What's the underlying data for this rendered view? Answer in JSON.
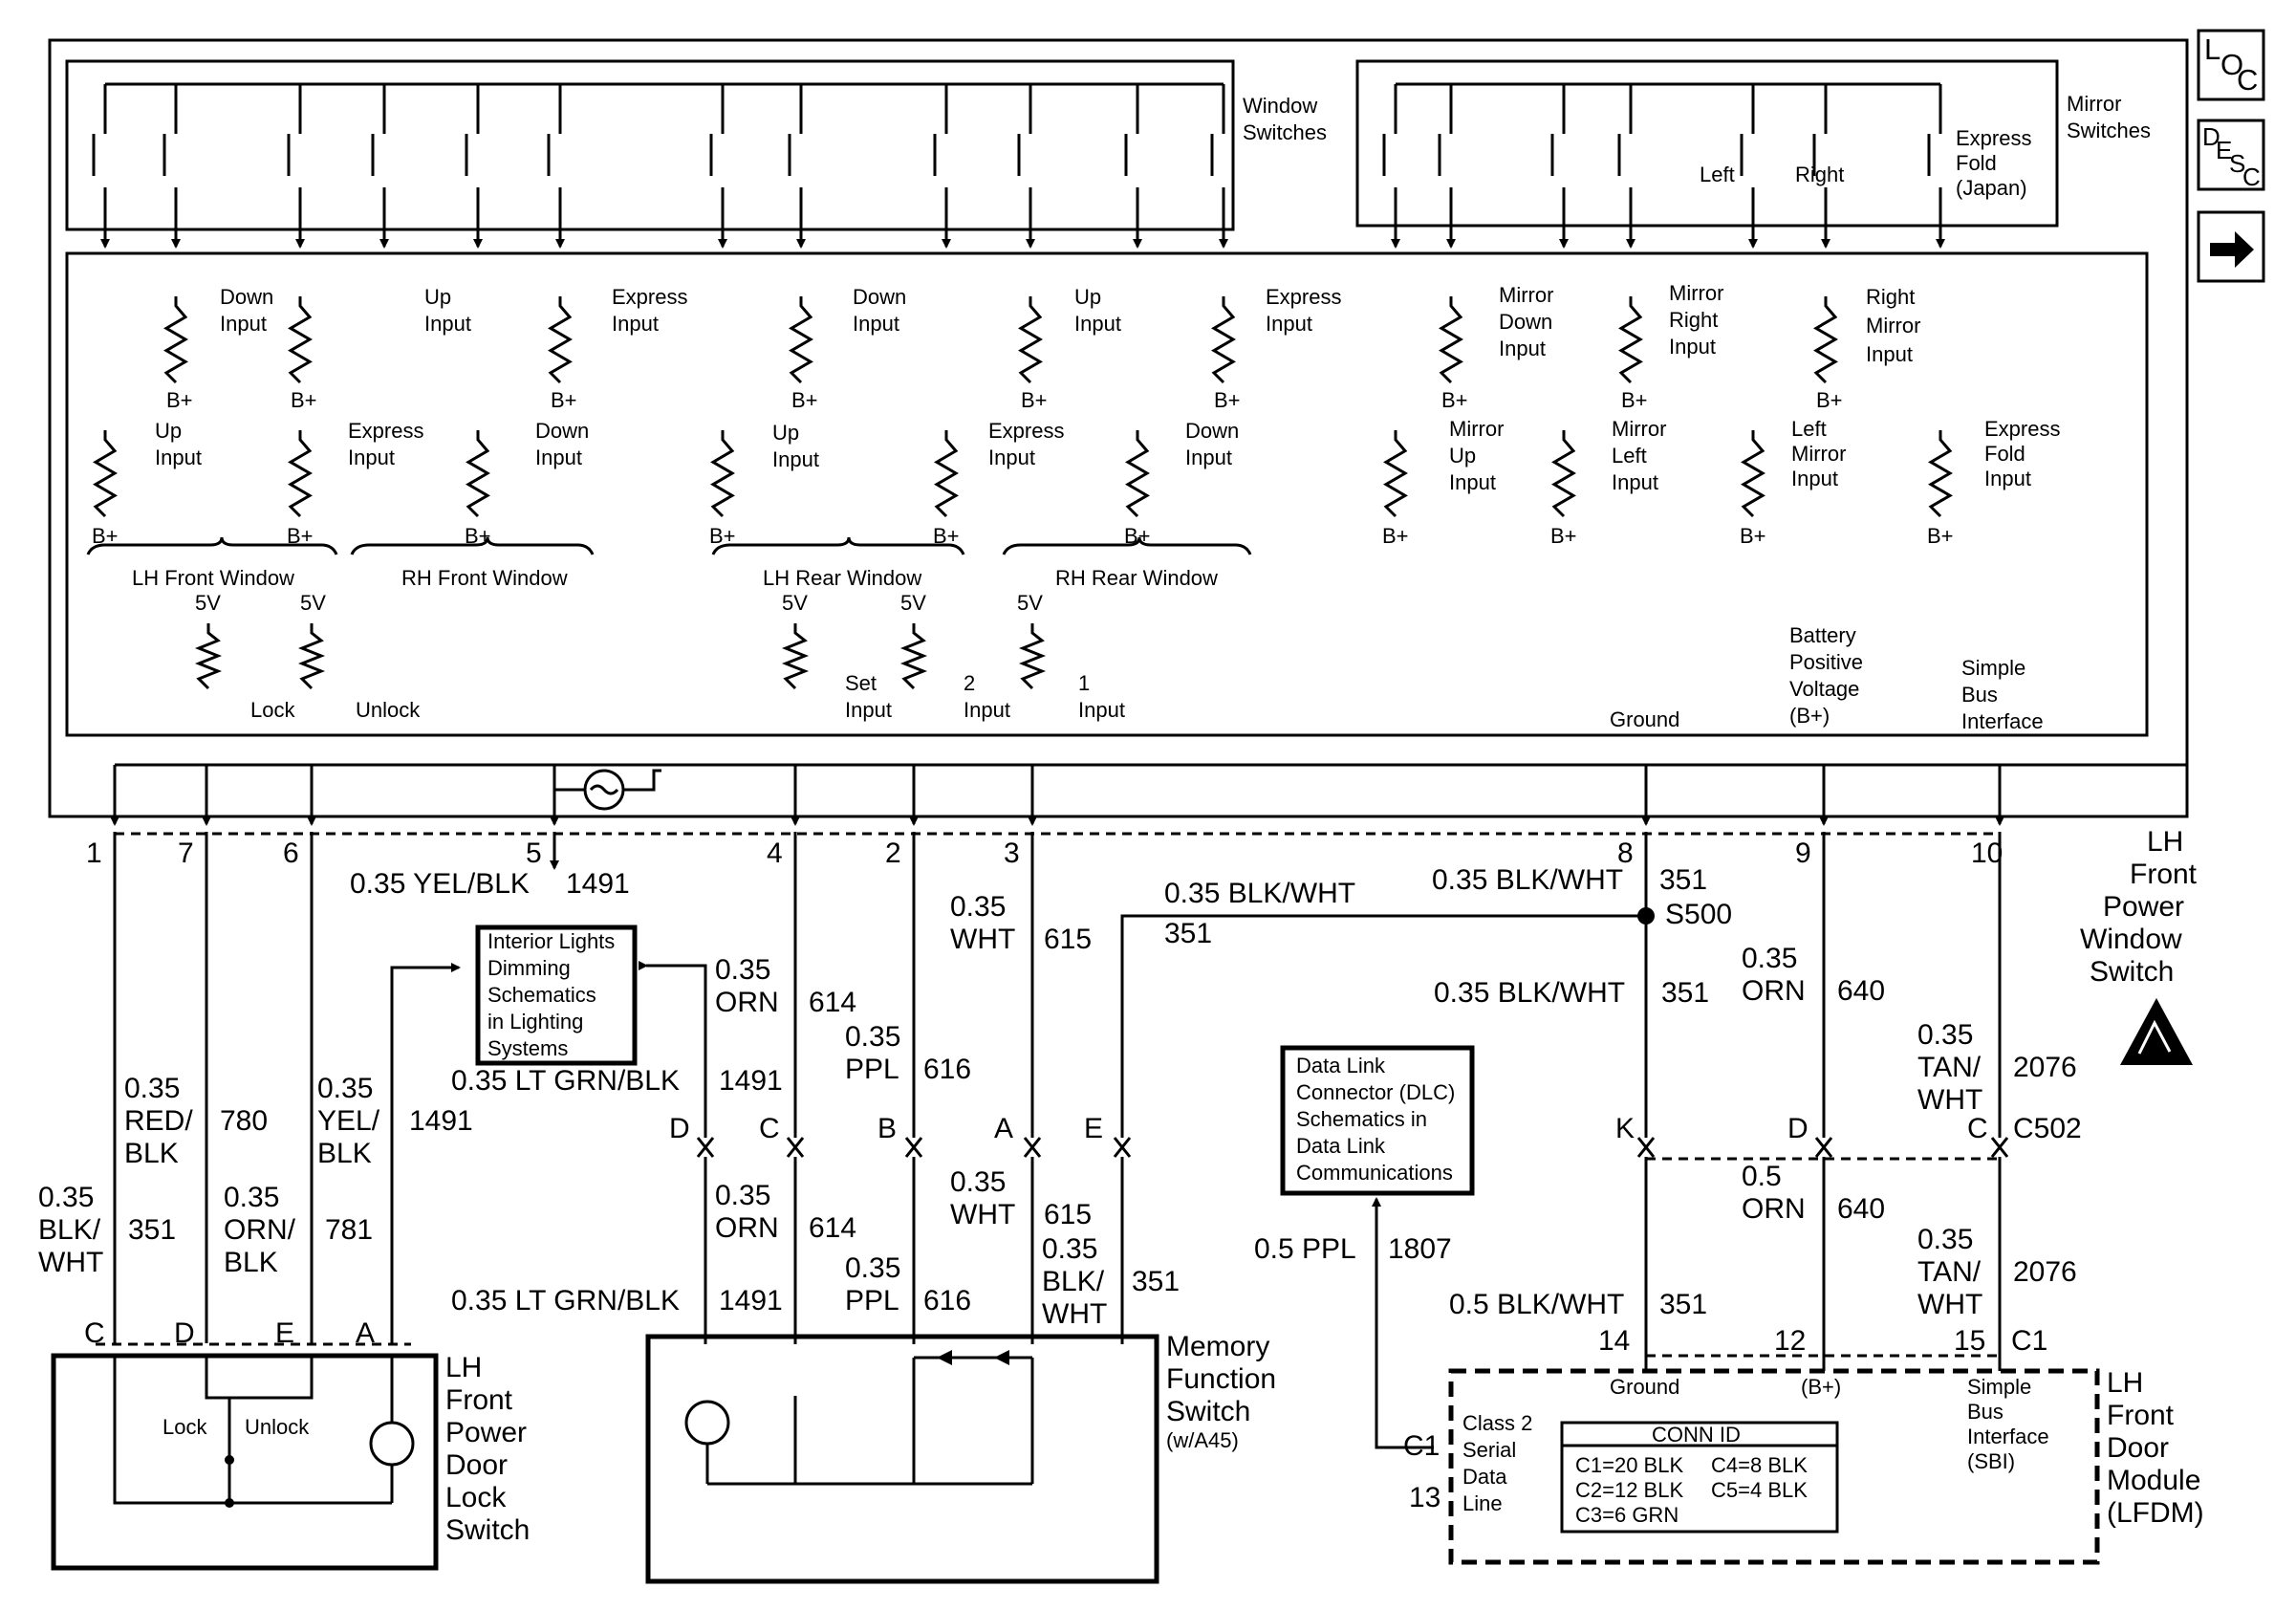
{
  "nav": {
    "loc_l": "L",
    "loc_o": "O",
    "loc_c": "C",
    "desc_d": "D",
    "desc_e": "E",
    "desc_s": "S",
    "desc_c": "C",
    "arrow": "arrow-right-icon"
  },
  "lfpws": {
    "title_lines": [
      "LH",
      "Front",
      "Power",
      "Window",
      "Switch"
    ],
    "window_switches": [
      "Window",
      "Switches"
    ],
    "mirror_switches": [
      "Mirror",
      "Switches"
    ],
    "mirror_left": "Left",
    "mirror_right": "Right",
    "express_fold": [
      "Express",
      "Fold",
      "(Japan)"
    ],
    "groups": [
      "LH Front Window",
      "RH Front Window",
      "LH Rear Window",
      "RH Rear Window"
    ],
    "lock": "Lock",
    "unlock": "Unlock",
    "set_input": [
      "Set",
      "Input"
    ],
    "input2": [
      "2",
      "Input"
    ],
    "input1": [
      "1",
      "Input"
    ],
    "five_v": "5V",
    "b_plus": "B+",
    "ground": "Ground",
    "battery": [
      "Battery",
      "Positive",
      "Voltage",
      "(B+)"
    ],
    "simple_bus": [
      "Simple",
      "Bus",
      "Interface"
    ]
  },
  "inputs": {
    "lhf_down": [
      "Down",
      "Input"
    ],
    "lhf_up": [
      "Up",
      "Input"
    ],
    "rhf_up": [
      "Up",
      "Input"
    ],
    "rhf_express_r": [
      "Express",
      "Input"
    ],
    "lhf_express": [
      "Express",
      "Input"
    ],
    "rhf_down": [
      "Down",
      "Input"
    ],
    "lhr_down": [
      "Down",
      "Input"
    ],
    "lhr_up": [
      "Up",
      "Input"
    ],
    "rhr_up": [
      "Up",
      "Input"
    ],
    "rhr_express_r": [
      "Express",
      "Input"
    ],
    "lhr_express": [
      "Express",
      "Input"
    ],
    "rhr_down": [
      "Down",
      "Input"
    ],
    "mirror_down": [
      "Mirror",
      "Down",
      "Input"
    ],
    "mirror_right": [
      "Mirror",
      "Right",
      "Input"
    ],
    "right_mirror": [
      "Right",
      "Mirror",
      "Input"
    ],
    "mirror_up": [
      "Mirror",
      "Up",
      "Input"
    ],
    "mirror_left": [
      "Mirror",
      "Left",
      "Input"
    ],
    "left_mirror": [
      "Left",
      "Mirror",
      "Input"
    ],
    "express_fold": [
      "Express",
      "Fold",
      "Input"
    ]
  },
  "pins": [
    "1",
    "7",
    "6",
    "5",
    "4",
    "2",
    "3",
    "8",
    "9",
    "10"
  ],
  "wires": {
    "w5": "0.35 YEL/BLK",
    "c5": "1491",
    "w_blkwht_top": "0.35 BLK/WHT",
    "c_351": "351",
    "splice": "S500",
    "w_blkwht_mid": "0.35 BLK/WHT",
    "w_orn_top": [
      "0.35",
      "ORN"
    ],
    "c614": "614",
    "w_ppl_top": [
      "0.35",
      "PPL"
    ],
    "c616": "616",
    "w_wht_top": [
      "0.35",
      "WHT"
    ],
    "c615": "615",
    "w_e_top": "0.35 BLK/WHT",
    "c_e": "351",
    "w_ltgrn_top": "0.35 LT GRN/BLK",
    "c_ltgrn": "1491",
    "w_orn9": [
      "0.35",
      "ORN"
    ],
    "c640": "640",
    "w_tan10": [
      "0.35",
      "TAN/",
      "WHT"
    ],
    "c2076": "2076",
    "w_red": [
      "0.35",
      "RED/",
      "BLK"
    ],
    "c780": "780",
    "w_yel": [
      "0.35",
      "YEL/",
      "BLK"
    ],
    "c1491": "1491",
    "w_blk1": [
      "0.35",
      "BLK/",
      "WHT"
    ],
    "c351": "351",
    "w_orn6": [
      "0.35",
      "ORN/",
      "BLK"
    ],
    "c781": "781",
    "w_orn_bot": [
      "0.35",
      "ORN"
    ],
    "c614b": "614",
    "w_wht_bot": [
      "0.35",
      "WHT"
    ],
    "c615b": "615",
    "w_ppl_bot": [
      "0.35",
      "PPL"
    ],
    "c616b": "616",
    "w_blkwht_e": [
      "0.35",
      "BLK/",
      "WHT"
    ],
    "c351e": "351",
    "w_ltgrn_bot": "0.35 LT GRN/BLK",
    "c1491b": "1491",
    "w_ppl_dlc": "0.5 PPL",
    "c1807": "1807",
    "w_blkwht_14": "0.5 BLK/WHT",
    "c351_14": "351",
    "w_orn_12": [
      "0.5",
      "ORN"
    ],
    "c640b": "640",
    "w_tan_15": [
      "0.35",
      "TAN/",
      "WHT"
    ],
    "c2076b": "2076"
  },
  "connectors": {
    "mfs_pins": [
      "D",
      "C",
      "B",
      "A",
      "E"
    ],
    "c502_pins": [
      "K",
      "D",
      "C"
    ],
    "c502": "C502",
    "lock_pins": [
      "C",
      "D",
      "E",
      "A"
    ],
    "lfdm_pins": [
      "14",
      "12",
      "15"
    ],
    "c1": "C1",
    "c1_dlc": "C1",
    "pin13": "13"
  },
  "interior_lights": [
    "Interior Lights",
    "Dimming",
    "Schematics",
    "in Lighting",
    "Systems"
  ],
  "dlc_box": [
    "Data Link",
    "Connector (DLC)",
    "Schematics in",
    "Data Link",
    "Communications"
  ],
  "lock_switch": {
    "title": [
      "LH",
      "Front",
      "Power",
      "Door",
      "Lock",
      "Switch"
    ],
    "lock": "Lock",
    "unlock": "Unlock"
  },
  "memory_switch": {
    "title": [
      "Memory",
      "Function",
      "Switch"
    ],
    "note": "(w/A45)"
  },
  "lfdm": {
    "title": [
      "LH",
      "Front",
      "Door",
      "Module",
      "(LFDM)"
    ],
    "ground": "Ground",
    "bplus": "(B+)",
    "sbi": [
      "Simple",
      "Bus",
      "Interface",
      "(SBI)"
    ],
    "class2": [
      "Class 2",
      "Serial",
      "Data",
      "Line"
    ],
    "conn_id": "CONN ID",
    "conn_rows": [
      [
        "C1=20 BLK",
        "C4=8 BLK"
      ],
      [
        "C2=12 BLK",
        "C5=4 BLK"
      ],
      [
        "C3=6 GRN",
        ""
      ]
    ]
  }
}
